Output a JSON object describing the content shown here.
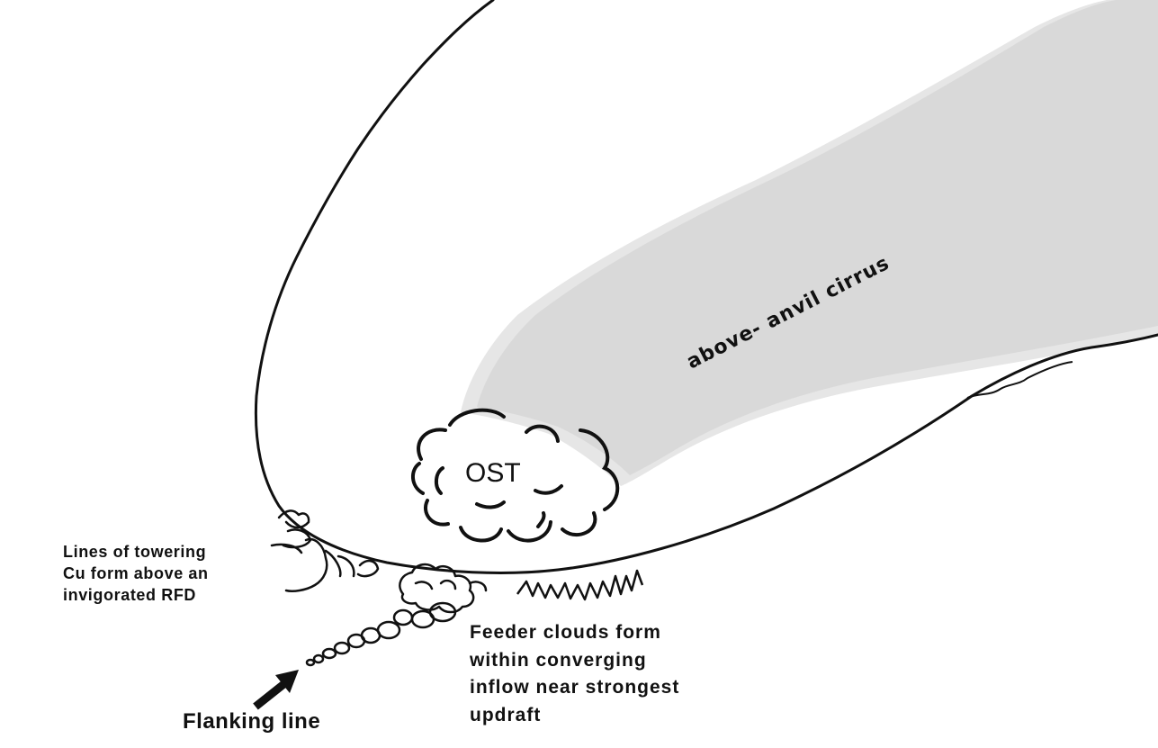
{
  "diagram": {
    "labels": {
      "above_anvil_cirrus": "above- anvil cirrus",
      "ost": "OST",
      "towering_cu": [
        "Lines of towering",
        "Cu form above an",
        "invigorated RFD"
      ],
      "feeder_clouds": [
        "Feeder clouds form",
        "within converging",
        "inflow near strongest",
        "updraft"
      ],
      "flanking_line": "Flanking line"
    },
    "colors": {
      "background": "#ffffff",
      "outline": "#111111",
      "cirrus_shading": "#e4e4e4"
    }
  }
}
